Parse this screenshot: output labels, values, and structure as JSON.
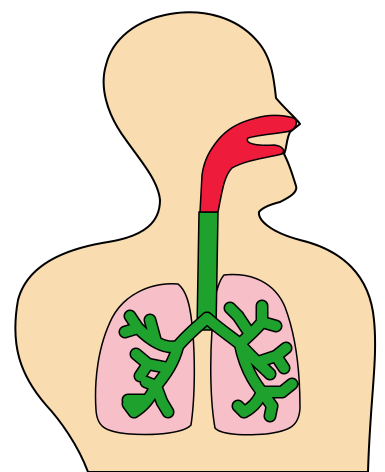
{
  "diagram": {
    "type": "respiratory-system-illustration",
    "colors": {
      "background": "#ffffff",
      "skin": "#f9dcb0",
      "outline": "#000000",
      "upper_airway": "#ee1c3a",
      "trachea_and_bronchi": "#1ea12d",
      "lungs": "#f7bfc8"
    },
    "parts": [
      "head-and-torso",
      "nasal-mouth-cavity",
      "trachea",
      "left-lung",
      "right-lung",
      "bronchial-tree"
    ]
  }
}
